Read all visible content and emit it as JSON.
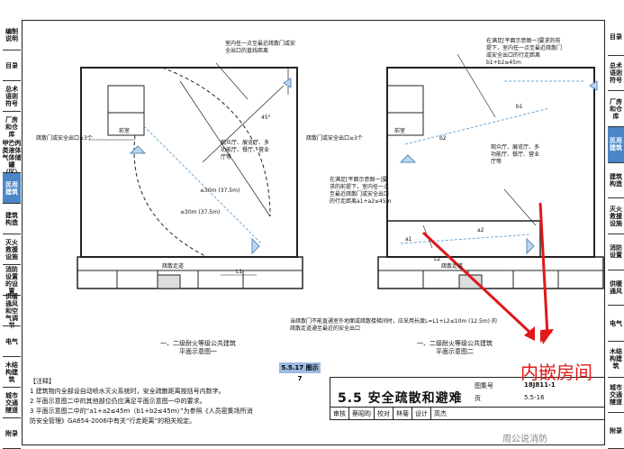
{
  "left_tabs": [
    {
      "label": "编制说明",
      "active": false
    },
    {
      "label": "目录",
      "active": false
    },
    {
      "label": "总术语则符号",
      "active": false
    },
    {
      "label": "厂房和仓库",
      "active": false
    },
    {
      "label": "甲乙丙类液体气体储罐（区）",
      "active": false
    },
    {
      "label": "民用建筑",
      "active": true
    },
    {
      "label": "建筑构造",
      "active": false
    },
    {
      "label": "灭火救援设施",
      "active": false
    },
    {
      "label": "消防设置的设置",
      "active": false
    },
    {
      "label": "供暖通风和空气调节",
      "active": false
    },
    {
      "label": "电气",
      "active": false
    },
    {
      "label": "木结构建筑",
      "active": false
    },
    {
      "label": "城市交通隧道",
      "active": false
    },
    {
      "label": "附录",
      "active": false
    }
  ],
  "right_tabs": [
    "目录",
    "总术语则符号",
    "厂房和仓库",
    "民用建筑",
    "建筑构造",
    "灭火救援设施",
    "消防设置",
    "供暖通风",
    "电气",
    "木结构建筑",
    "城市交通隧道",
    "附录"
  ],
  "left_plan": {
    "annot_top": "室内任一点至最近疏散门或安全出口的直线距离",
    "annot_exit": "疏散门或安全出口≥3个",
    "lobby": "前室",
    "rooms": "观众厅、展览厅、多功能厅、餐厅、营业厅等",
    "angle": "45°",
    "dist1": "≤30m (37.5m)",
    "dist2": "≤30m (37.5m)",
    "corridor": "疏散走道",
    "l1": "L1",
    "caption1": "一、二级耐火等级公共建筑",
    "caption2": "平面示意图一"
  },
  "right_plan": {
    "annot_top": "在满足[平面示意图一]要求的前提下，室内任一点至最近疏散门或安全出口的行走距离b1+b2≤45m",
    "annot_mid": "在满足[平面示意图一]要求的前提下，室内任一点至最近疏散门或安全出口的行走距离a1+a2≤45m",
    "annot_exit": "疏散门或安全出口≥3个",
    "lobby": "前室",
    "rooms": "观众厅、展览厅、多功能厅、餐厅、营业厅等",
    "b1": "b1",
    "b2": "b2",
    "a1": "a1",
    "a2": "a2",
    "corridor": "疏散走道",
    "l2": "L2",
    "bottom_annot": "当疏散门不能直通室外地面或疏散楼梯间时，应采用长度L=L1+L2≤10m (12.5m) 的疏散走道通至最近的安全出口",
    "caption1": "一、二级耐火等级公共建筑",
    "caption2": "平面示意图二"
  },
  "figure_tag": "5.5.17 图示7",
  "notes": {
    "heading": "【注释】",
    "lines": [
      "1 建筑物内全部设自动喷水灭火系统时，安全疏散距离按括号内数字。",
      "2 平面示意图二中的其他部位仍应满足平面示意图一中的要求。",
      "3 平面示意图二中的“a1+a2≤45m（b1+b2≤45m）”为参照《人员密集场所消",
      "  防安全管理》GA654-2006中有关“行走距离”的相关规定。"
    ]
  },
  "title_block": {
    "title": "5.5 安全疏散和避难",
    "atlas_label": "图集号",
    "atlas_no": "18J811-1",
    "page_label": "页",
    "page_no": "5.5-16",
    "review": "审核",
    "reviewer": "蔡昭昀",
    "check": "校对",
    "checker": "林菊",
    "design": "设计",
    "designer": "高杰"
  },
  "overlay": {
    "text": "内嵌房间",
    "watermark": "周公说消防",
    "color": "#e01818"
  }
}
